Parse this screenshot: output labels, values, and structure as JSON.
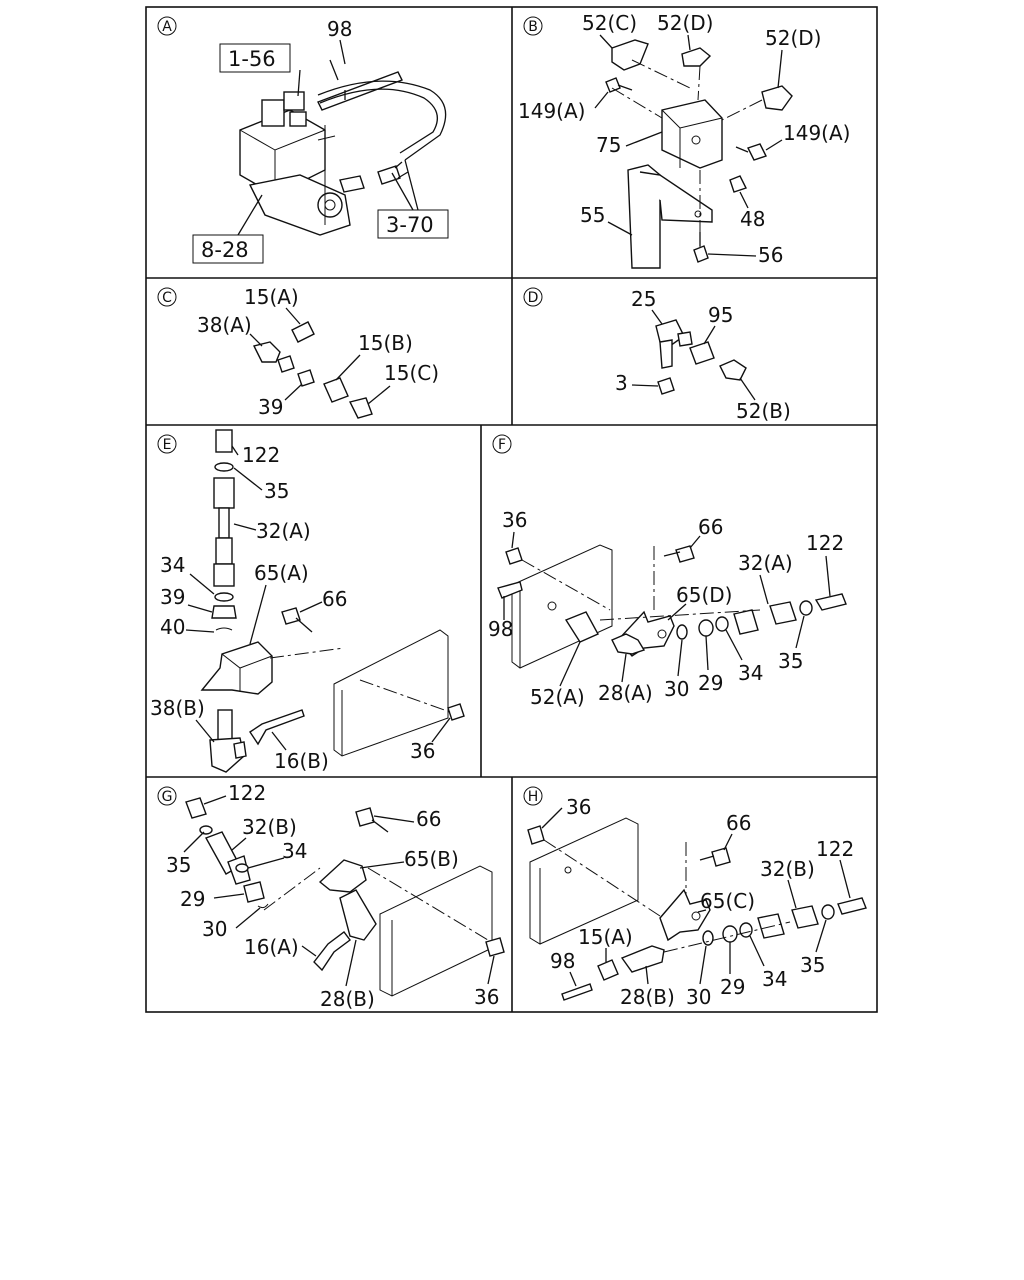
{
  "panels": [
    {
      "id": "A",
      "circle": "A"
    },
    {
      "id": "B",
      "circle": "B"
    },
    {
      "id": "C",
      "circle": "C"
    },
    {
      "id": "D",
      "circle": "D"
    },
    {
      "id": "E",
      "circle": "E"
    },
    {
      "id": "F",
      "circle": "F"
    },
    {
      "id": "G",
      "circle": "G"
    },
    {
      "id": "H",
      "circle": "H"
    }
  ],
  "labels": {
    "A": {
      "l98": "98",
      "r156": "1-56",
      "r370": "3-70",
      "r828": "8-28"
    },
    "B": {
      "l52c": "52(C)",
      "l52d1": "52(D)",
      "l52d2": "52(D)",
      "l149a1": "149(A)",
      "l75": "75",
      "l149a2": "149(A)",
      "l55": "55",
      "l48": "48",
      "l56": "56"
    },
    "C": {
      "l15a": "15(A)",
      "l38a": "38(A)",
      "l15b": "15(B)",
      "l15c": "15(C)",
      "l39": "39"
    },
    "D": {
      "l25": "25",
      "l95": "95",
      "l3": "3",
      "l52b": "52(B)"
    },
    "E": {
      "l122": "122",
      "l35": "35",
      "l32a": "32(A)",
      "l34": "34",
      "l65a": "65(A)",
      "l39": "39",
      "l66": "66",
      "l40": "40",
      "l38b": "38(B)",
      "l16b": "16(B)",
      "l36": "36"
    },
    "F": {
      "l36": "36",
      "l66": "66",
      "l122": "122",
      "l32a": "32(A)",
      "l65d": "65(D)",
      "l98": "98",
      "l52a": "52(A)",
      "l28a": "28(A)",
      "l30": "30",
      "l29": "29",
      "l34": "34",
      "l35": "35"
    },
    "G": {
      "l122": "122",
      "l66": "66",
      "l32b": "32(B)",
      "l34": "34",
      "l35": "35",
      "l65b": "65(B)",
      "l29": "29",
      "l30": "30",
      "l16a": "16(A)",
      "l28b": "28(B)",
      "l36": "36"
    },
    "H": {
      "l36": "36",
      "l66": "66",
      "l122": "122",
      "l32b": "32(B)",
      "l65c": "65(C)",
      "l15a": "15(A)",
      "l98": "98",
      "l28b": "28(B)",
      "l30": "30",
      "l29": "29",
      "l34": "34",
      "l35": "35"
    }
  }
}
